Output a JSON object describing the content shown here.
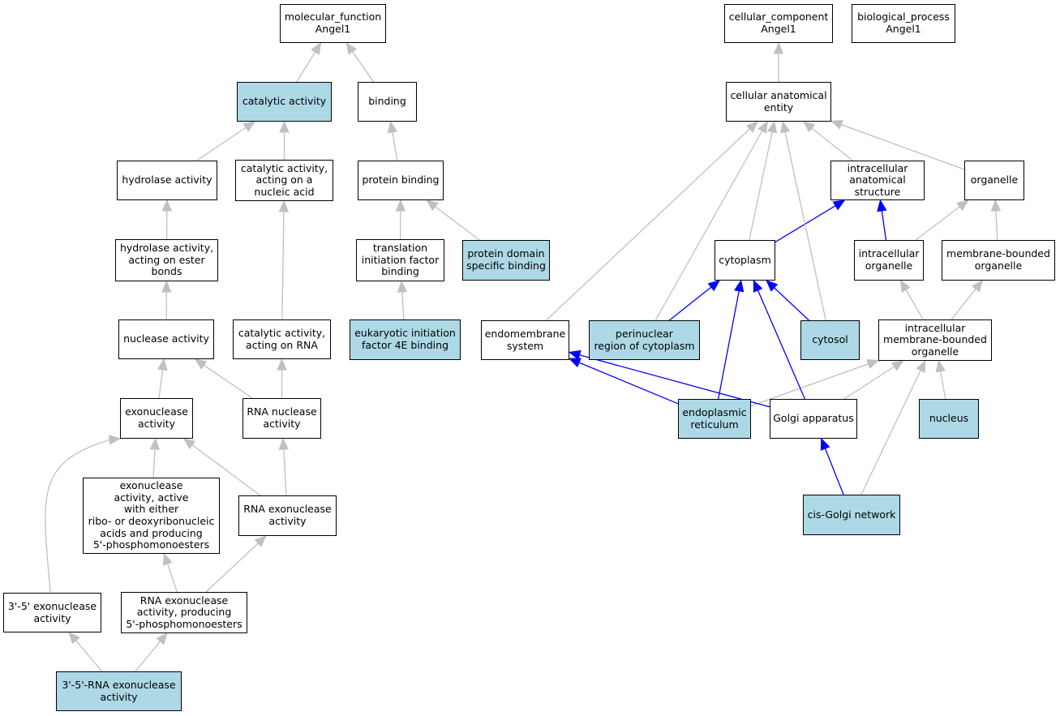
{
  "colors": {
    "highlight_fill": "#add8e6",
    "normal_fill": "#ffffff",
    "edge_gray": "#c0c0c0",
    "edge_blue": "#0000ff"
  },
  "nodes": {
    "mf_root": {
      "label": "molecular_function\nAngel1",
      "highlighted": false
    },
    "catalytic": {
      "label": "catalytic activity",
      "highlighted": true
    },
    "binding": {
      "label": "binding",
      "highlighted": false
    },
    "hydrolase": {
      "label": "hydrolase activity",
      "highlighted": false
    },
    "cat_nucleic": {
      "label": "catalytic activity,\nacting on a\nnucleic acid",
      "highlighted": false
    },
    "protein_binding": {
      "label": "protein binding",
      "highlighted": false
    },
    "hydrolase_ester": {
      "label": "hydrolase activity,\nacting on ester\nbonds",
      "highlighted": false
    },
    "translation_init": {
      "label": "translation\ninitiation factor\nbinding",
      "highlighted": false
    },
    "protein_domain": {
      "label": "protein domain\nspecific binding",
      "highlighted": true
    },
    "nuclease": {
      "label": "nuclease activity",
      "highlighted": false
    },
    "cat_rna": {
      "label": "catalytic activity,\nacting on RNA",
      "highlighted": false
    },
    "eif4e": {
      "label": "eukaryotic initiation\nfactor 4E binding",
      "highlighted": true
    },
    "exonuclease": {
      "label": "exonuclease\nactivity",
      "highlighted": false
    },
    "rna_nuclease": {
      "label": "RNA nuclease\nactivity",
      "highlighted": false
    },
    "exo_ribo": {
      "label": "exonuclease\nactivity, active\nwith either\nribo- or deoxyribonucleic\nacids and producing\n5'-phosphomonoesters",
      "highlighted": false
    },
    "rna_exo": {
      "label": "RNA exonuclease\nactivity",
      "highlighted": false
    },
    "exo_35": {
      "label": "3'-5' exonuclease\nactivity",
      "highlighted": false
    },
    "rna_exo_5p": {
      "label": "RNA exonuclease\nactivity, producing\n5'-phosphomonoesters",
      "highlighted": false
    },
    "rna_exo_35": {
      "label": "3'-5'-RNA exonuclease\nactivity",
      "highlighted": true
    },
    "cc_root": {
      "label": "cellular_component\nAngel1",
      "highlighted": false
    },
    "bp_root": {
      "label": "biological_process\nAngel1",
      "highlighted": false
    },
    "cae": {
      "label": "cellular anatomical\nentity",
      "highlighted": false
    },
    "ias": {
      "label": "intracellular\nanatomical structure",
      "highlighted": false
    },
    "organelle": {
      "label": "organelle",
      "highlighted": false
    },
    "cytoplasm": {
      "label": "cytoplasm",
      "highlighted": false
    },
    "intra_org": {
      "label": "intracellular\norganelle",
      "highlighted": false
    },
    "mbo": {
      "label": "membrane-bounded\norganelle",
      "highlighted": false
    },
    "endomembrane": {
      "label": "endomembrane\nsystem",
      "highlighted": false
    },
    "perinuclear": {
      "label": "perinuclear\nregion of cytoplasm",
      "highlighted": true
    },
    "cytosol": {
      "label": "cytosol",
      "highlighted": true
    },
    "imbo": {
      "label": "intracellular\nmembrane-bounded\norganelle",
      "highlighted": false
    },
    "er": {
      "label": "endoplasmic\nreticulum",
      "highlighted": true
    },
    "golgi": {
      "label": "Golgi apparatus",
      "highlighted": false
    },
    "nucleus": {
      "label": "nucleus",
      "highlighted": true
    },
    "cis_golgi": {
      "label": "cis-Golgi network",
      "highlighted": true
    }
  },
  "edges": [
    {
      "from": "catalytic",
      "to": "mf_root",
      "color": "gray"
    },
    {
      "from": "binding",
      "to": "mf_root",
      "color": "gray"
    },
    {
      "from": "hydrolase",
      "to": "catalytic",
      "color": "gray"
    },
    {
      "from": "cat_nucleic",
      "to": "catalytic",
      "color": "gray"
    },
    {
      "from": "protein_binding",
      "to": "binding",
      "color": "gray"
    },
    {
      "from": "hydrolase_ester",
      "to": "hydrolase",
      "color": "gray"
    },
    {
      "from": "translation_init",
      "to": "protein_binding",
      "color": "gray"
    },
    {
      "from": "protein_domain",
      "to": "protein_binding",
      "color": "gray"
    },
    {
      "from": "nuclease",
      "to": "hydrolase_ester",
      "color": "gray"
    },
    {
      "from": "cat_rna",
      "to": "cat_nucleic",
      "color": "gray"
    },
    {
      "from": "eif4e",
      "to": "translation_init",
      "color": "gray"
    },
    {
      "from": "exonuclease",
      "to": "nuclease",
      "color": "gray"
    },
    {
      "from": "rna_nuclease",
      "to": "nuclease",
      "color": "gray"
    },
    {
      "from": "rna_nuclease",
      "to": "cat_rna",
      "color": "gray"
    },
    {
      "from": "exo_ribo",
      "to": "exonuclease",
      "color": "gray"
    },
    {
      "from": "rna_exo",
      "to": "exonuclease",
      "color": "gray"
    },
    {
      "from": "rna_exo",
      "to": "rna_nuclease",
      "color": "gray"
    },
    {
      "from": "exo_35",
      "to": "exonuclease",
      "color": "gray",
      "curve": true
    },
    {
      "from": "rna_exo_5p",
      "to": "exo_ribo",
      "color": "gray"
    },
    {
      "from": "rna_exo_5p",
      "to": "rna_exo",
      "color": "gray"
    },
    {
      "from": "rna_exo_35",
      "to": "exo_35",
      "color": "gray"
    },
    {
      "from": "rna_exo_35",
      "to": "rna_exo_5p",
      "color": "gray"
    },
    {
      "from": "cae",
      "to": "cc_root",
      "color": "gray"
    },
    {
      "from": "ias",
      "to": "cae",
      "color": "gray"
    },
    {
      "from": "organelle",
      "to": "cae",
      "color": "gray"
    },
    {
      "from": "cytoplasm",
      "to": "cae",
      "color": "gray"
    },
    {
      "from": "endomembrane",
      "to": "cae",
      "color": "gray"
    },
    {
      "from": "perinuclear",
      "to": "cae",
      "color": "gray"
    },
    {
      "from": "cytosol",
      "to": "cae",
      "color": "gray"
    },
    {
      "from": "cytoplasm",
      "to": "ias",
      "color": "blue"
    },
    {
      "from": "intra_org",
      "to": "ias",
      "color": "blue"
    },
    {
      "from": "intra_org",
      "to": "organelle",
      "color": "gray"
    },
    {
      "from": "mbo",
      "to": "organelle",
      "color": "gray"
    },
    {
      "from": "perinuclear",
      "to": "cytoplasm",
      "color": "blue"
    },
    {
      "from": "cytosol",
      "to": "cytoplasm",
      "color": "blue"
    },
    {
      "from": "er",
      "to": "cytoplasm",
      "color": "blue"
    },
    {
      "from": "golgi",
      "to": "cytoplasm",
      "color": "blue"
    },
    {
      "from": "imbo",
      "to": "intra_org",
      "color": "gray"
    },
    {
      "from": "imbo",
      "to": "mbo",
      "color": "gray"
    },
    {
      "from": "er",
      "to": "endomembrane",
      "color": "blue"
    },
    {
      "from": "golgi",
      "to": "endomembrane",
      "color": "blue"
    },
    {
      "from": "er",
      "to": "imbo",
      "color": "gray"
    },
    {
      "from": "golgi",
      "to": "imbo",
      "color": "gray"
    },
    {
      "from": "nucleus",
      "to": "imbo",
      "color": "gray"
    },
    {
      "from": "cis_golgi",
      "to": "golgi",
      "color": "blue"
    },
    {
      "from": "cis_golgi",
      "to": "imbo",
      "color": "gray"
    }
  ]
}
